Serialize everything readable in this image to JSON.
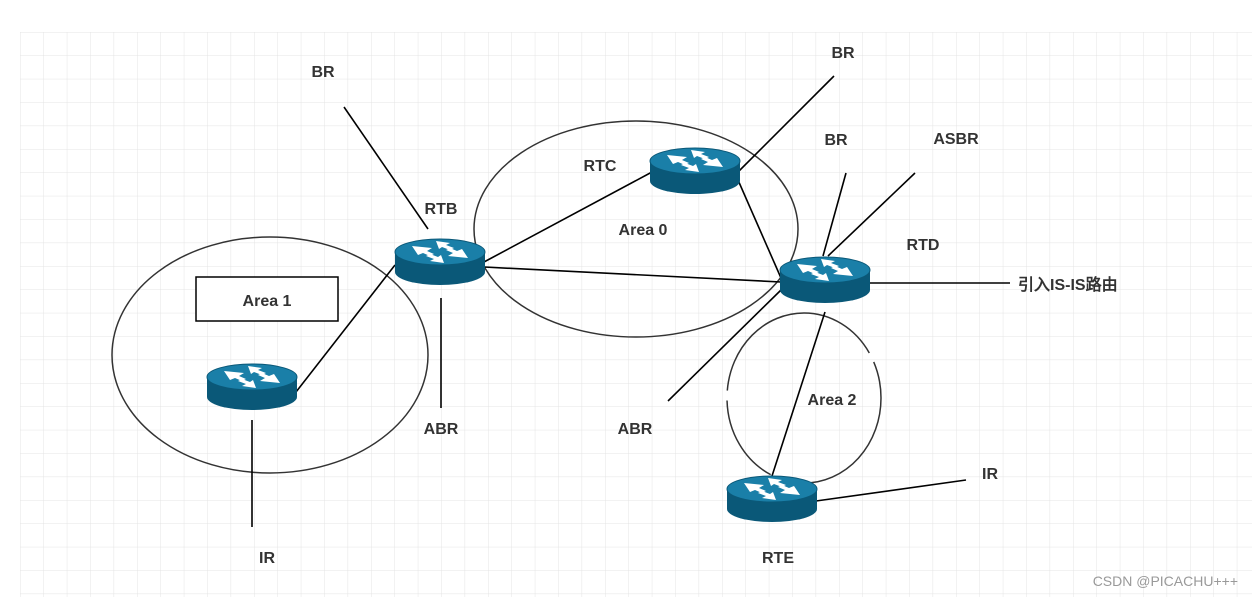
{
  "diagram": {
    "areas": {
      "area0": "Area 0",
      "area1": "Area 1",
      "area2": "Area 2"
    },
    "routers": {
      "rtb": "RTB",
      "rtc": "RTC",
      "rtd": "RTD",
      "rte": "RTE"
    },
    "roles": {
      "br_top_left": "BR",
      "br_top_right": "BR",
      "br_right": "BR",
      "asbr": "ASBR",
      "abr_left": "ABR",
      "abr_right": "ABR",
      "ir_left": "IR",
      "ir_right": "IR"
    },
    "redistribute_label": "引入IS-IS路由"
  },
  "watermark": "CSDN @PICACHU+++",
  "colors": {
    "router_blue": "#0f6e95",
    "router_dark": "#0a5878",
    "line": "#000000",
    "grid": "#e4e4e4"
  }
}
